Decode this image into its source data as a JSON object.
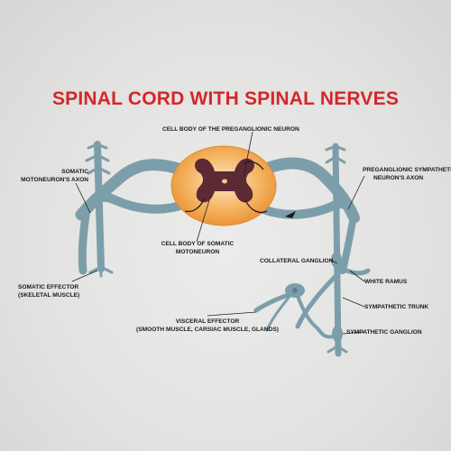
{
  "title": "SPINAL CORD WITH SPINAL NERVES",
  "labels": {
    "preganglionic_cell_body": "CELL BODY OF THE PREGANGLIONIC NEURON",
    "somatic_axon_1": "SOMATIC",
    "somatic_axon_2": "MOTONEURON'S AXON",
    "preganglionic_axon_1": "PREGANGLIONIC SYMPATHETIC",
    "preganglionic_axon_2": "NEURON'S AXON",
    "somatic_cell_body_1": "CELL BODY OF SOMATIC",
    "somatic_cell_body_2": "MOTONEURON",
    "collateral_ganglion": "COLLATERAL GANGLION",
    "white_ramus": "WHITE RAMUS",
    "somatic_effector_1": "SOMATIC EFFECTOR",
    "somatic_effector_2": "(SKELETAL MUSCLE)",
    "sympathetic_trunk": "SYMPATHETIC TRUNK",
    "visceral_effector_1": "VISCERAL EFFECTOR",
    "visceral_effector_2": "(SMOOTH MUSCLE, CARSIAC MUSCLE, GLANDS)",
    "sympathetic_ganglion": "SYMPATHETIC GANGLION"
  },
  "colors": {
    "title": "#d4262a",
    "nerve": "#7fa1ae",
    "white_matter": "#f0a54a",
    "gray_matter": "#5a2a33",
    "background": "#e4e4e2"
  }
}
